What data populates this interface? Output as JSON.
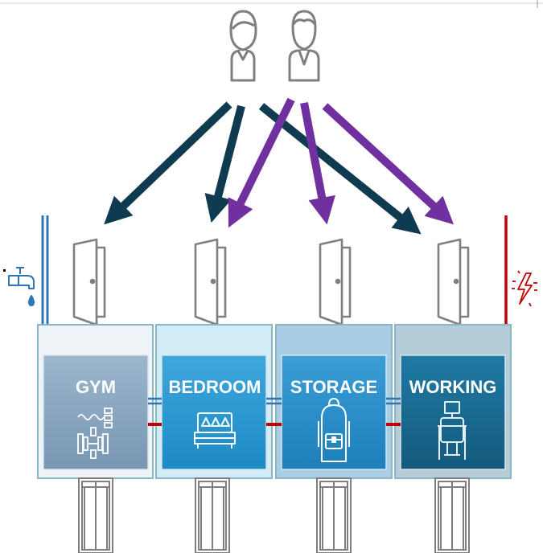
{
  "rooms": [
    {
      "id": "gym",
      "label": "GYM",
      "icon": "dumbbell-icon",
      "outer": "#eef4f8",
      "inner_top": "#9cb6cd",
      "inner_bot": "#7896b3"
    },
    {
      "id": "bedroom",
      "label": "BEDROOM",
      "icon": "bed-icon",
      "outer": "#d3edf8",
      "inner_top": "#3ea7dc",
      "inner_bot": "#1c8ac6"
    },
    {
      "id": "storage",
      "label": "STORAGE",
      "icon": "backpack-icon",
      "outer": "#a8cde4",
      "inner_top": "#3a9ed7",
      "inner_bot": "#1e7fba"
    },
    {
      "id": "working",
      "label": "WORKING",
      "icon": "desk-icon",
      "outer": "#b5cdd9",
      "inner_top": "#1f7aa4",
      "inner_bot": "#145a7d"
    }
  ],
  "people": [
    {
      "id": "person-female",
      "icon": "female-user-icon"
    },
    {
      "id": "person-male",
      "icon": "male-user-icon"
    }
  ],
  "utilities": {
    "water": {
      "icon": "water-tap-icon",
      "color": "#2e75b6"
    },
    "power": {
      "icon": "lightning-icon",
      "color": "#c00000"
    }
  },
  "colors": {
    "arrow_dark": "#0f3b50",
    "arrow_purple": "#7030a0",
    "water_link": "#2e75b6",
    "power_link": "#c00000",
    "icon_gray": "#7f7f7f"
  }
}
